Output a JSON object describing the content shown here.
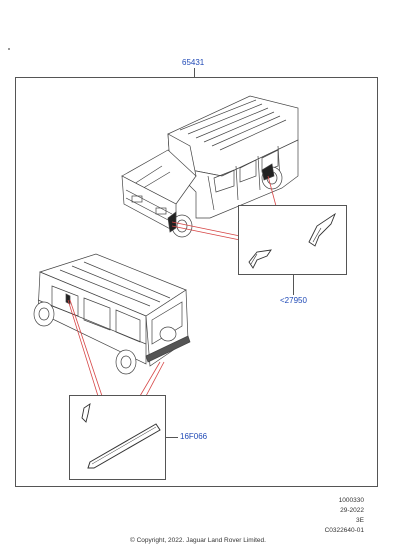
{
  "diagram": {
    "group_ref": "65431",
    "callouts": [
      {
        "label": "<27950"
      },
      {
        "label": "16F066"
      }
    ]
  },
  "footer": {
    "meta_lines": [
      "1000330",
      "29-2022",
      "3E",
      "C0322640-01"
    ],
    "copyright": "© Copyright, 2022. Jaguar Land Rover Limited."
  }
}
